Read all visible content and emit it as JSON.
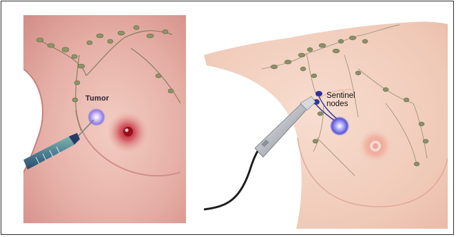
{
  "figure": {
    "left_panel": {
      "tumor_label": "Tumor"
    },
    "right_panel": {
      "sentinel_label_line1": "Sentinel",
      "sentinel_label_line2": "nodes"
    },
    "colors": {
      "skin_left": "#e8b6ad",
      "skin_right": "#f4d2c2",
      "lymph_node": "#8c8f6a",
      "tumor_dye": "#b7a6f0",
      "sentinel_node": "#3a3fa8",
      "probe": "#c9ccd1",
      "cable": "#1e1e1e"
    }
  }
}
